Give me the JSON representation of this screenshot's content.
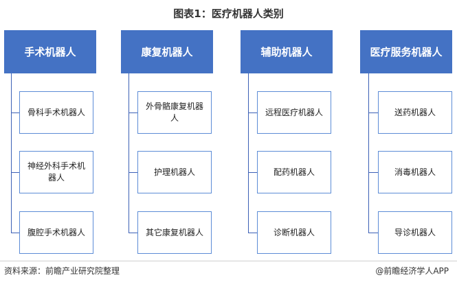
{
  "title": "图表1：医疗机器人类别",
  "categories": [
    {
      "label": "手术机器人",
      "children": [
        "骨科手术机器人",
        "神经外科手术机器人",
        "腹腔手术机器人"
      ]
    },
    {
      "label": "康复机器人",
      "children": [
        "外骨骼康复机器人",
        "护理机器人",
        "其它康复机器人"
      ]
    },
    {
      "label": "辅助机器人",
      "children": [
        "远程医疗机器人",
        "配药机器人",
        "诊断机器人"
      ]
    },
    {
      "label": "医疗服务机器人",
      "children": [
        "送药机器人",
        "消毒机器人",
        "导诊机器人"
      ]
    }
  ],
  "footer": {
    "source": "资料来源：前瞻产业研究院整理",
    "brand": "@前瞻经济学人APP"
  },
  "colors": {
    "header_fill": "#4472c4",
    "connector": "#3b5fb5",
    "child_border": "#5b8bd6"
  }
}
